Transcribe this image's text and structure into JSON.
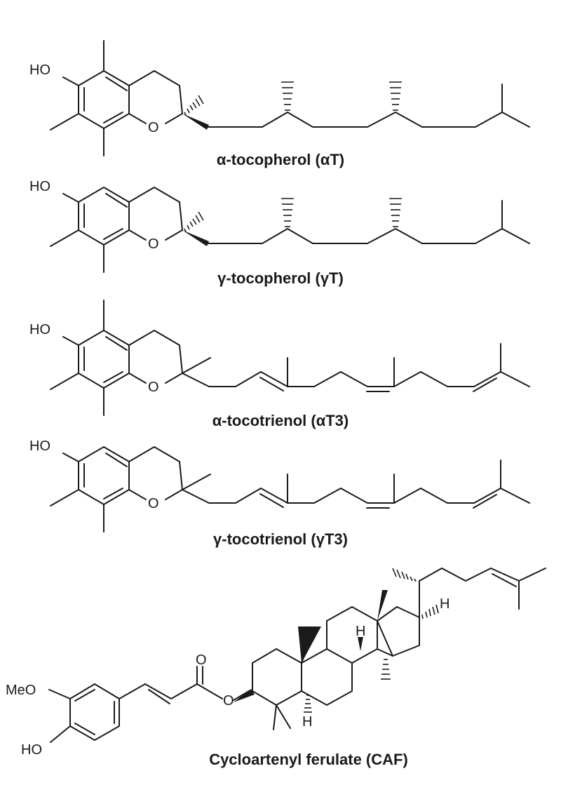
{
  "compounds": [
    {
      "name": "α-tocopherol (αT)"
    },
    {
      "name": "γ-tocopherol (γT)"
    },
    {
      "name": "α-tocotrienol (αT3)"
    },
    {
      "name": "γ-tocotrienol (γT3)"
    },
    {
      "name": "Cycloartenyl ferulate (CAF)"
    }
  ],
  "atoms": {
    "ho": "HO",
    "o": "O",
    "meo": "MeO",
    "h": "H"
  }
}
